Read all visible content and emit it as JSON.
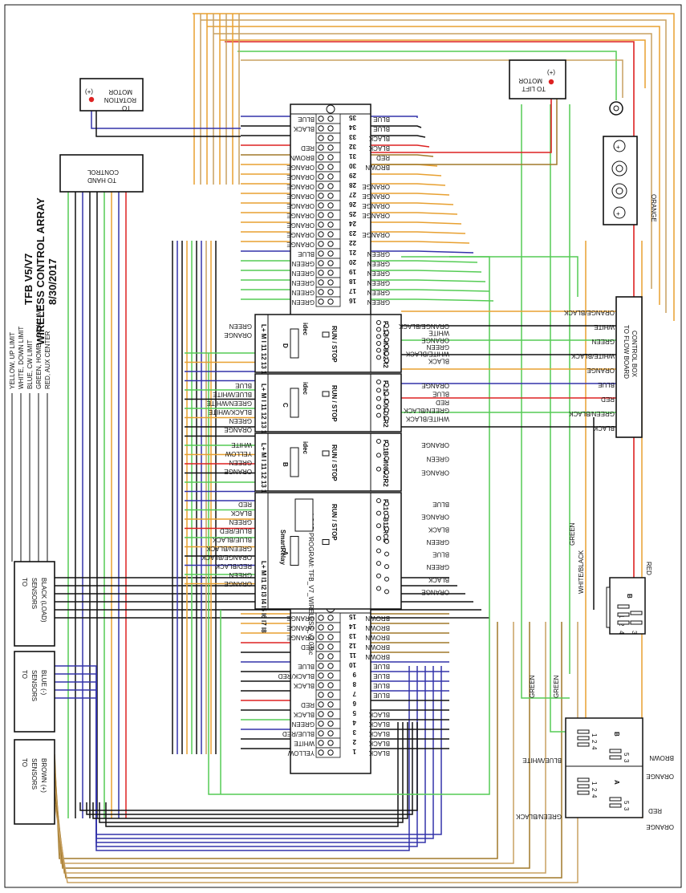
{
  "title": {
    "line1": "TFB V5/V7",
    "line2": "WIRELESS CONTROL ARRAY",
    "line3": "8/30/2017"
  },
  "legend": [
    "YELLOW, UP LIMIT",
    "WHITE, DOWN LIMIT",
    "BLUE, CW LIMIT",
    "GREEN, HOME - CCW LIMIT",
    "RED, AUX CENTER"
  ],
  "boxes": {
    "rotation_motor": [
      "TO",
      "ROTATION",
      "MOTOR"
    ],
    "lift_motor": [
      "TO LIFT",
      "MOTOR"
    ],
    "hand_control": [
      "TO HAND",
      "CONTROL"
    ],
    "flow_board": [
      "TO FLOW BOARD",
      "CONTROL BOX"
    ],
    "sensors_black": [
      "TO",
      "SENSORS",
      "BLACK (LOAD)"
    ],
    "sensors_blue": [
      "TO",
      "SENSORS",
      "BLUE (-)"
    ],
    "sensors_brown": [
      "TO",
      "SENSORS",
      "BROWN (+)"
    ],
    "plus": "(+)"
  },
  "top_block": {
    "numbers": [
      "35",
      "34",
      "33",
      "32",
      "31",
      "30",
      "29",
      "28",
      "27",
      "26",
      "25",
      "24",
      "23",
      "22",
      "21",
      "20",
      "19",
      "18",
      "17",
      "16"
    ],
    "left": [
      "BLUE",
      "BLACK",
      "",
      "RED",
      "BROWN",
      "ORANGE",
      "ORANGE",
      "ORANGE",
      "ORANGE",
      "ORANGE",
      "ORANGE",
      "ORANGE",
      "ORANGE",
      "ORANGE",
      "BLUE",
      "GREEN",
      "GREEN",
      "GREEN",
      "GREEN",
      "GREEN"
    ],
    "right": [
      "BLUE",
      "BLUE",
      "BLACK",
      "BLACK",
      "RED",
      "BROWN",
      "",
      "ORANGE",
      "ORANGE",
      "ORANGE",
      "ORANGE",
      "",
      "ORANGE",
      "",
      "GREEN",
      "GREEN",
      "GREEN",
      "GREEN",
      "GREEN",
      "GREEN"
    ]
  },
  "bottom_block": {
    "numbers": [
      "15",
      "14",
      "13",
      "12",
      "11",
      "10",
      "9",
      "8",
      "7",
      "6",
      "5",
      "4",
      "3",
      "2",
      "1"
    ],
    "left": [
      "ORANGE",
      "ORANGE",
      "ORANGE",
      "RED",
      "",
      "BLUE",
      "BLACK/RED",
      "BLACK",
      "",
      "RED",
      "BLACK",
      "GREEN",
      "BLUE/RED",
      "WHITE",
      "YELLOW"
    ],
    "right": [
      "BROWN",
      "BROWN",
      "BROWN",
      "BROWN",
      "BROWN",
      "BLUE",
      "BLUE",
      "BLUE",
      "BLUE",
      "",
      "BLACK",
      "BLACK",
      "BLACK",
      "BLACK",
      "BLACK"
    ]
  },
  "modules": {
    "D": {
      "letter": "D",
      "brand": "idec",
      "run": "RUN / STOP",
      "model": "FL1B-M08D2R2",
      "terminals": "L+ M I 11 12 13 14",
      "left": [
        "GREEN",
        "ORANGE"
      ],
      "right": [
        "ORANGE/BLACK",
        "WHITE",
        "ORANGE",
        "GREEN",
        "WHITE/BLACK",
        "BLACK"
      ]
    },
    "C": {
      "letter": "C",
      "brand": "idec",
      "run": "RUN / STOP",
      "model": "FL1B-M08D2R2",
      "terminals": "L+ M I 11 12 13 14",
      "left": [
        "BLUE",
        "BLUE/WHITE",
        "GREEN/WHITE",
        "BLACK/WHITE",
        "GREEN",
        "ORANGE"
      ],
      "right": [
        "ORANGE",
        "BLUE",
        "RED",
        "GREEN/BLACK",
        "WHITE/BLACK"
      ]
    },
    "B": {
      "letter": "B",
      "brand": "idec",
      "run": "RUN / STOP",
      "model": "FL1B-M08D2R2",
      "terminals": "L+ M I 11 12 13 14",
      "left": [
        "WHITE",
        "YELLOW",
        "GREEN",
        "ORANGE"
      ],
      "right": [
        "ORANGE",
        "GREEN",
        "ORANGE"
      ]
    },
    "A": {
      "letter": "A",
      "brand": "idec",
      "sub": "SmartRelay",
      "run": "RUN / STOP",
      "model": "FL1C-B12RCE",
      "program": "LOAD PROGRAM: TFB_V7_WIRELESS_v3.0.lsc",
      "terminals": "L+ M I1 I2 I3 I4 I5 I6 I7 I8",
      "left": [
        "RED",
        "BLACK",
        "GREEN",
        "BLUE/RED",
        "BLUE/BLACK",
        "GREEN/BLACK",
        "ORANGE/BLACK",
        "RED/BLACK",
        "GREEN",
        "ORANGE"
      ],
      "right": [
        "BLUE",
        "ORANGE",
        "BLACK",
        "GREEN",
        "BLUE",
        "GREEN",
        "BLACK",
        "ORANGE"
      ]
    }
  },
  "flow_labels": [
    "ORANGE/BLACK",
    "WHITE",
    "GREEN",
    "WHITE/BLACK",
    "ORANGE",
    "BLUE",
    "RED",
    "GREEN/BLACK",
    "BLACK"
  ],
  "side_labels": {
    "orange_vertical": "ORANGE",
    "green_vertical": "GREEN",
    "white_black_vertical": "WHITE/BLACK",
    "red_vertical": "RED",
    "green_a": "GREEN",
    "green_b": "GREEN"
  },
  "relay_top": {
    "letter": "B",
    "pins": [
      "1",
      "2",
      "4",
      "5",
      "3"
    ]
  },
  "relay_bottom": {
    "b_letter": "B",
    "a_letter": "A",
    "b_pins": [
      "1",
      "2",
      "4",
      "5",
      "3"
    ],
    "a_pins": [
      "1",
      "2",
      "4",
      "5",
      "3"
    ],
    "labels": [
      "BLUE/WHITE",
      "BROWN",
      "ORANGE",
      "GREEN/BLACK",
      "RED",
      "ORANGE"
    ]
  },
  "colors": {
    "orange": "#e8a030",
    "green": "#55cc55",
    "blue": "#3333aa",
    "red": "#dd2222",
    "black": "#111111",
    "brown": "#a0782a",
    "tan": "#c8a060"
  }
}
